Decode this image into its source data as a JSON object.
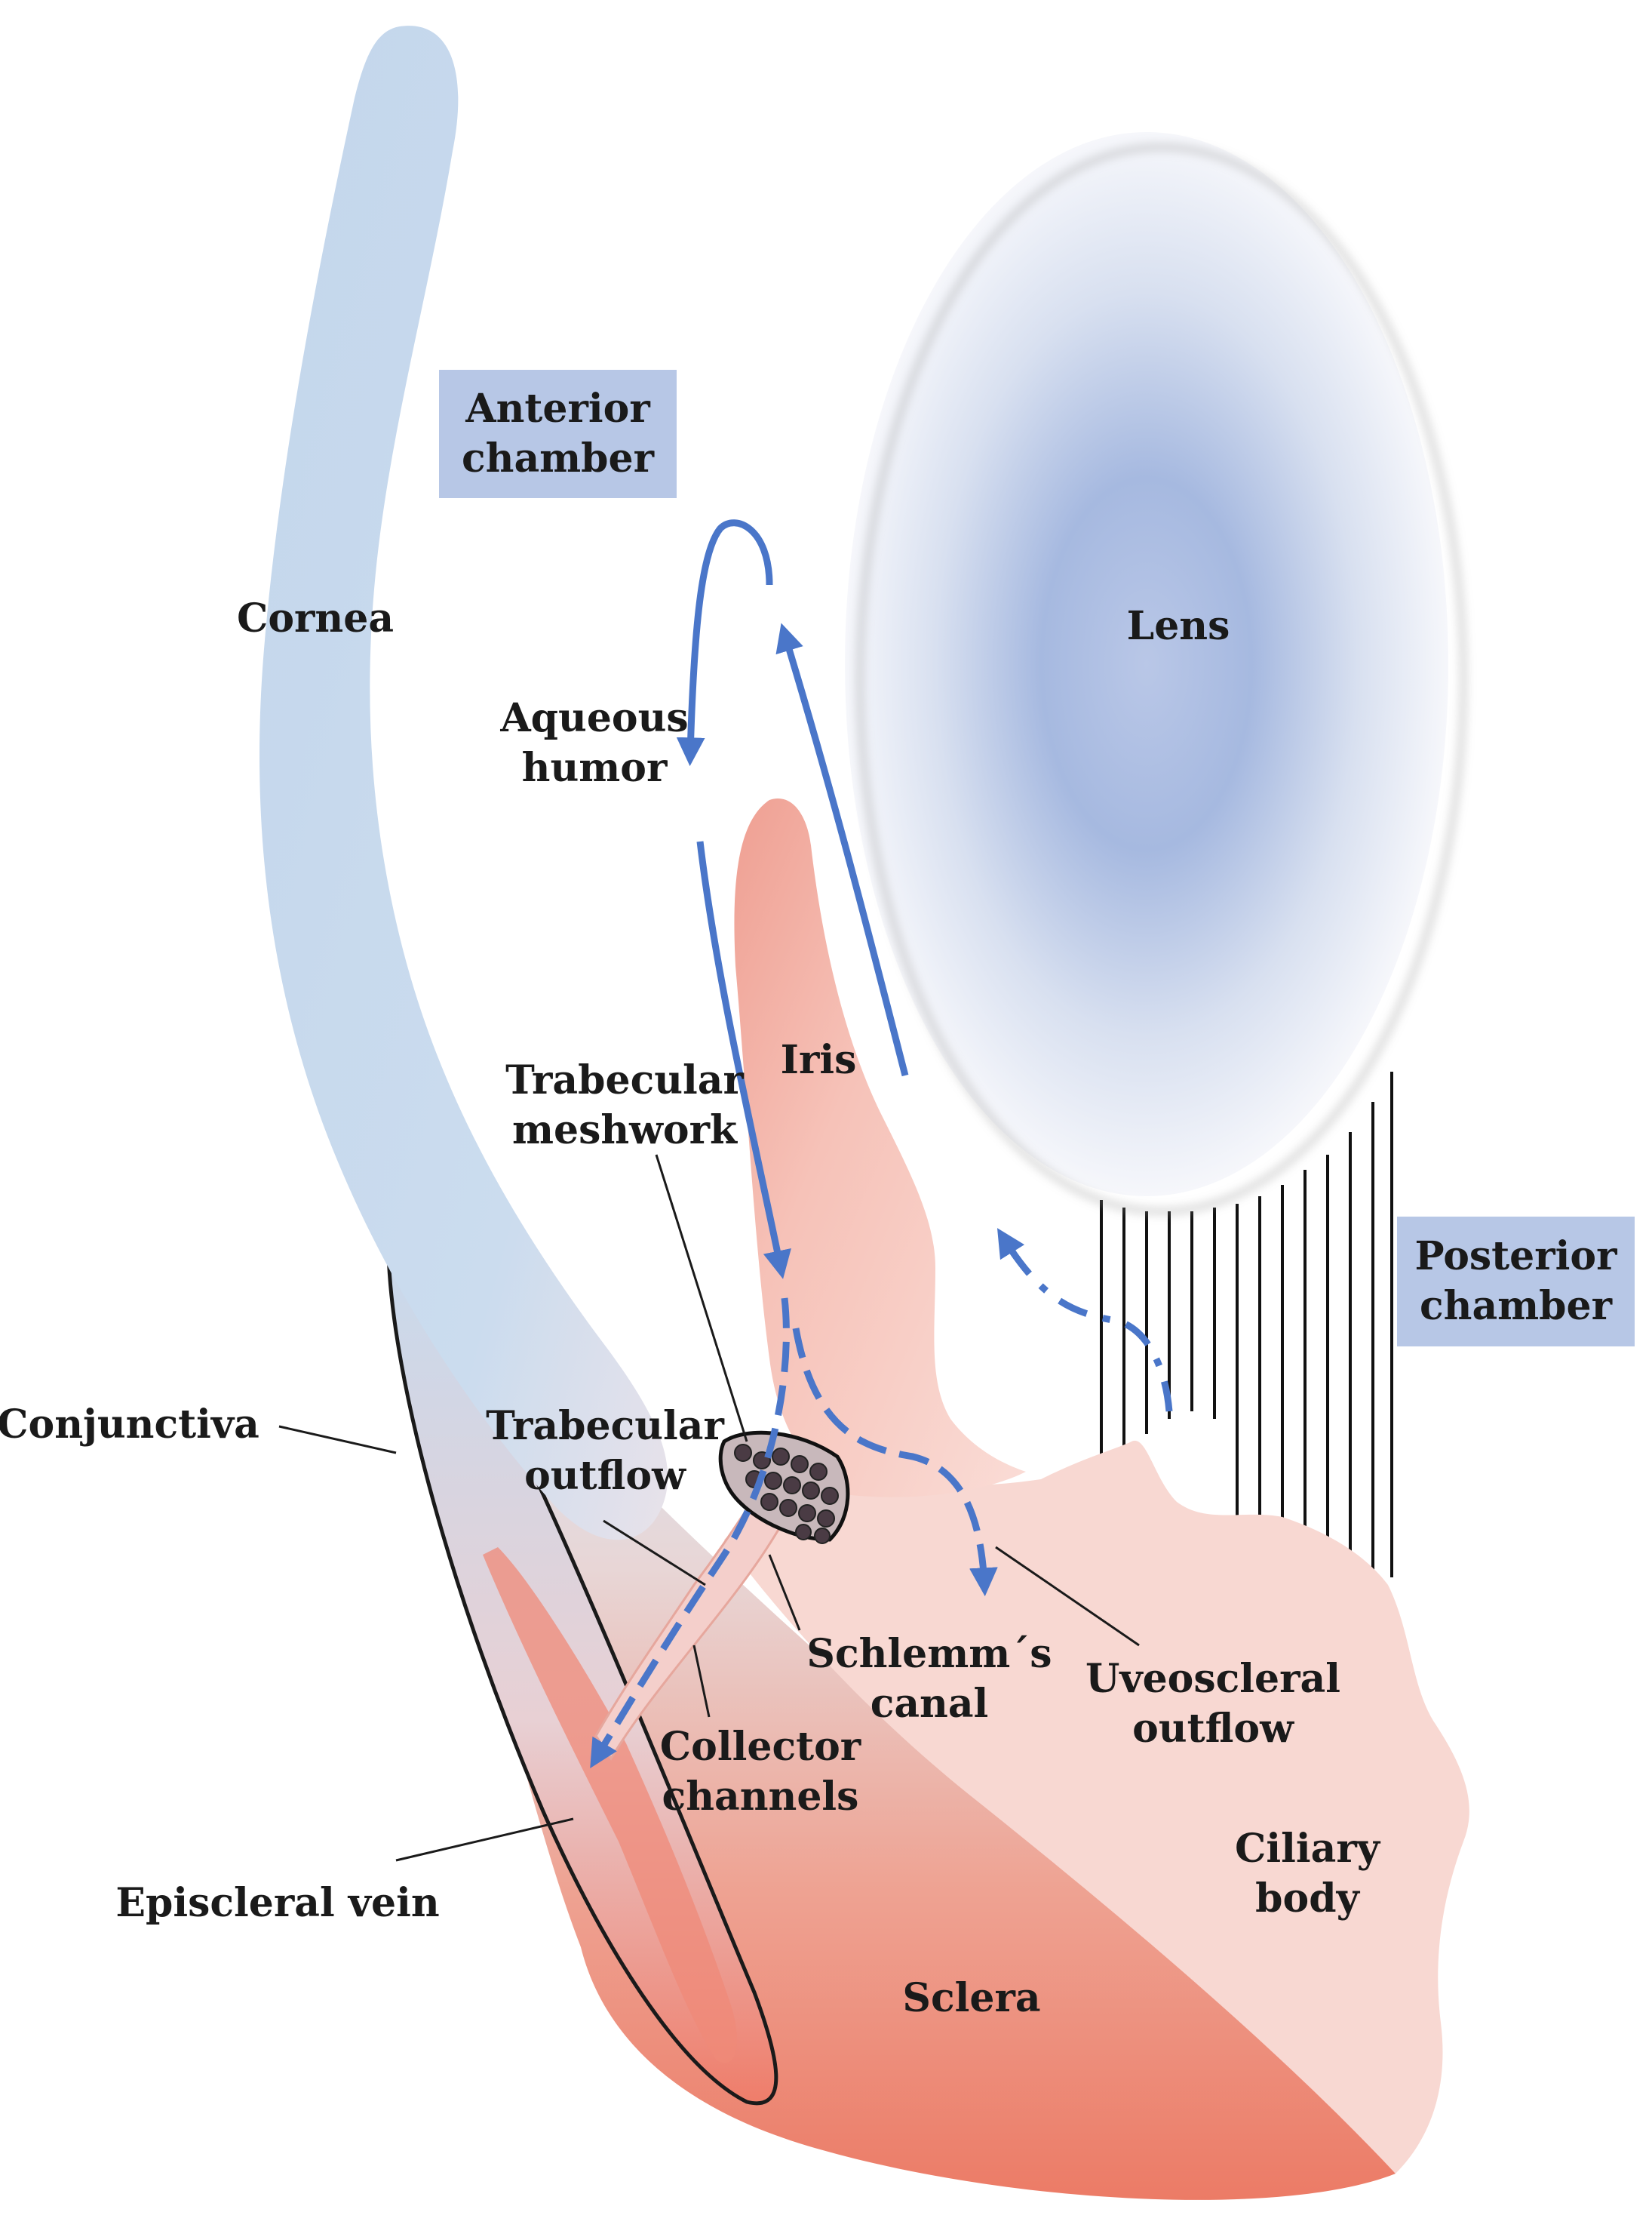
{
  "labels": {
    "anterior_chamber": [
      "Anterior",
      "chamber"
    ],
    "posterior_chamber": [
      "Posterior",
      "chamber"
    ],
    "cornea": "Cornea",
    "lens": "Lens",
    "aqueous_humor": [
      "Aqueous",
      "humor"
    ],
    "iris": "Iris",
    "trabecular_meshwork": [
      "Trabecular",
      "meshwork"
    ],
    "conjunctiva": "Conjunctiva",
    "trabecular_outflow": [
      "Trabecular",
      "outflow"
    ],
    "schlemms_canal": [
      "Schlemm´s",
      "canal"
    ],
    "uveoscleral_outflow": [
      "Uveoscleral",
      "outflow"
    ],
    "collector_channels": [
      "Collector",
      "channels"
    ],
    "ciliary_body": [
      "Ciliary",
      "body"
    ],
    "episcleral_vein": "Episcleral vein",
    "sclera": "Sclera"
  },
  "colors": {
    "flow_arrow": "#4a76c9",
    "label_box": "#b7c7e6",
    "cornea": "#c5d8ec",
    "iris": "#f3b3a8",
    "sclera": "#ee8f7c",
    "ciliary_body": "#f8d6d0",
    "lens_center": "#a6b9e0"
  }
}
